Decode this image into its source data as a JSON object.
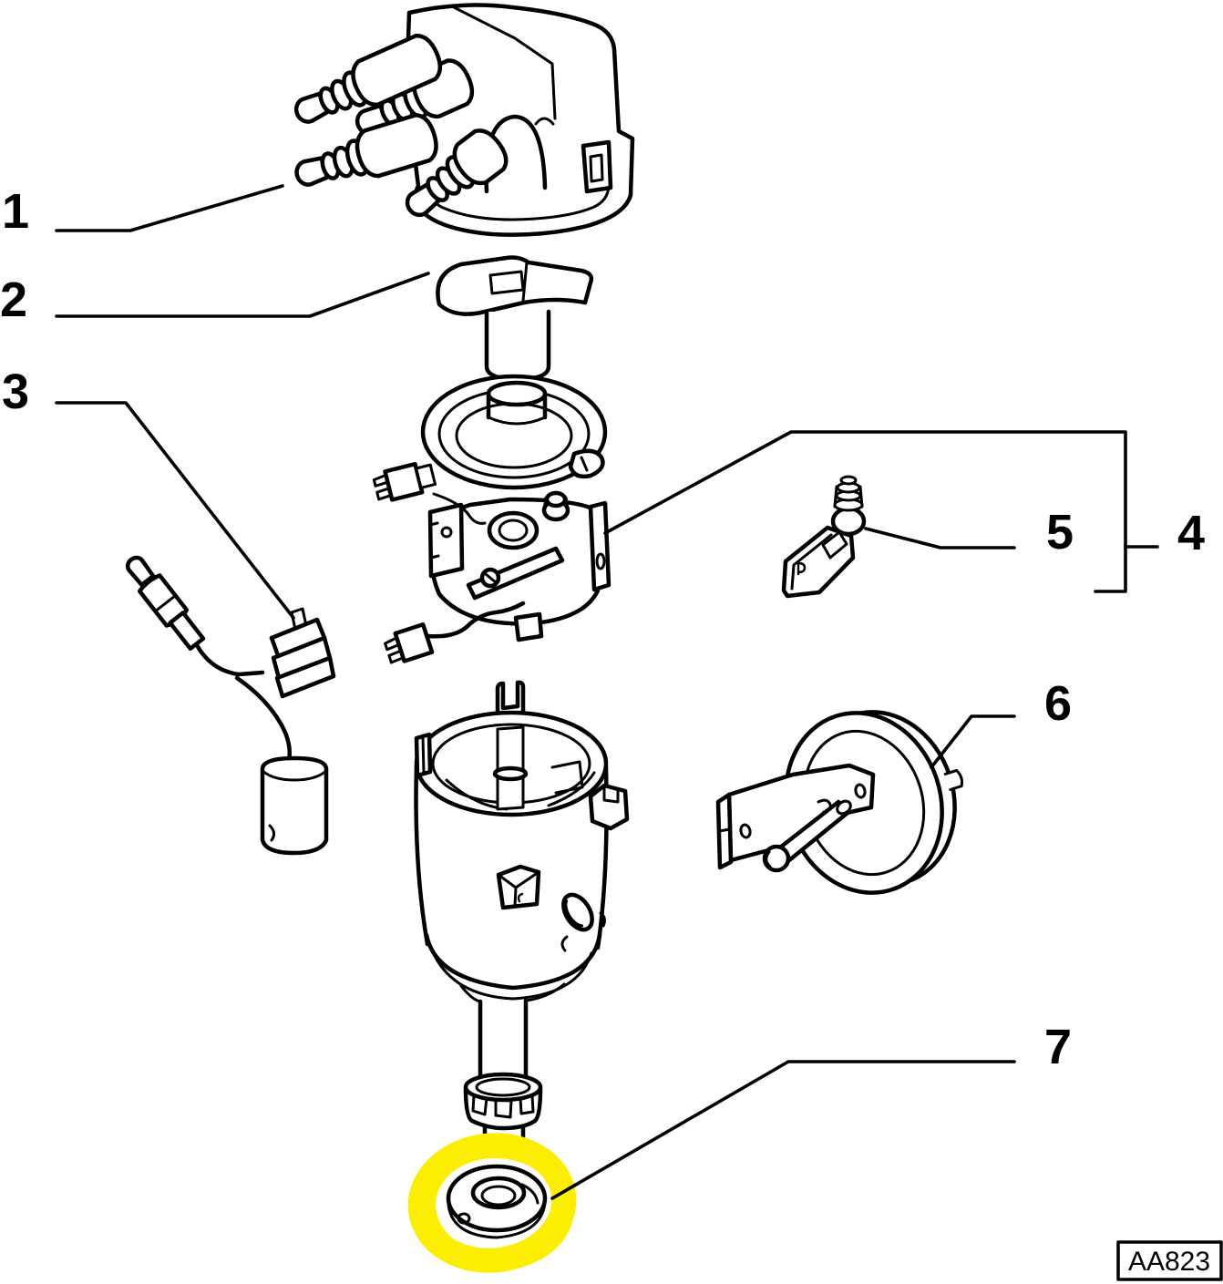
{
  "diagram": {
    "callouts": [
      {
        "label": "1"
      },
      {
        "label": "2"
      },
      {
        "label": "3"
      },
      {
        "label": "4"
      },
      {
        "label": "5"
      },
      {
        "label": "6"
      },
      {
        "label": "7"
      }
    ],
    "part_code_label": "AA823",
    "colors": {
      "line": "#000000",
      "background": "#FFFFFF",
      "highlight": "#FCEE00"
    }
  }
}
